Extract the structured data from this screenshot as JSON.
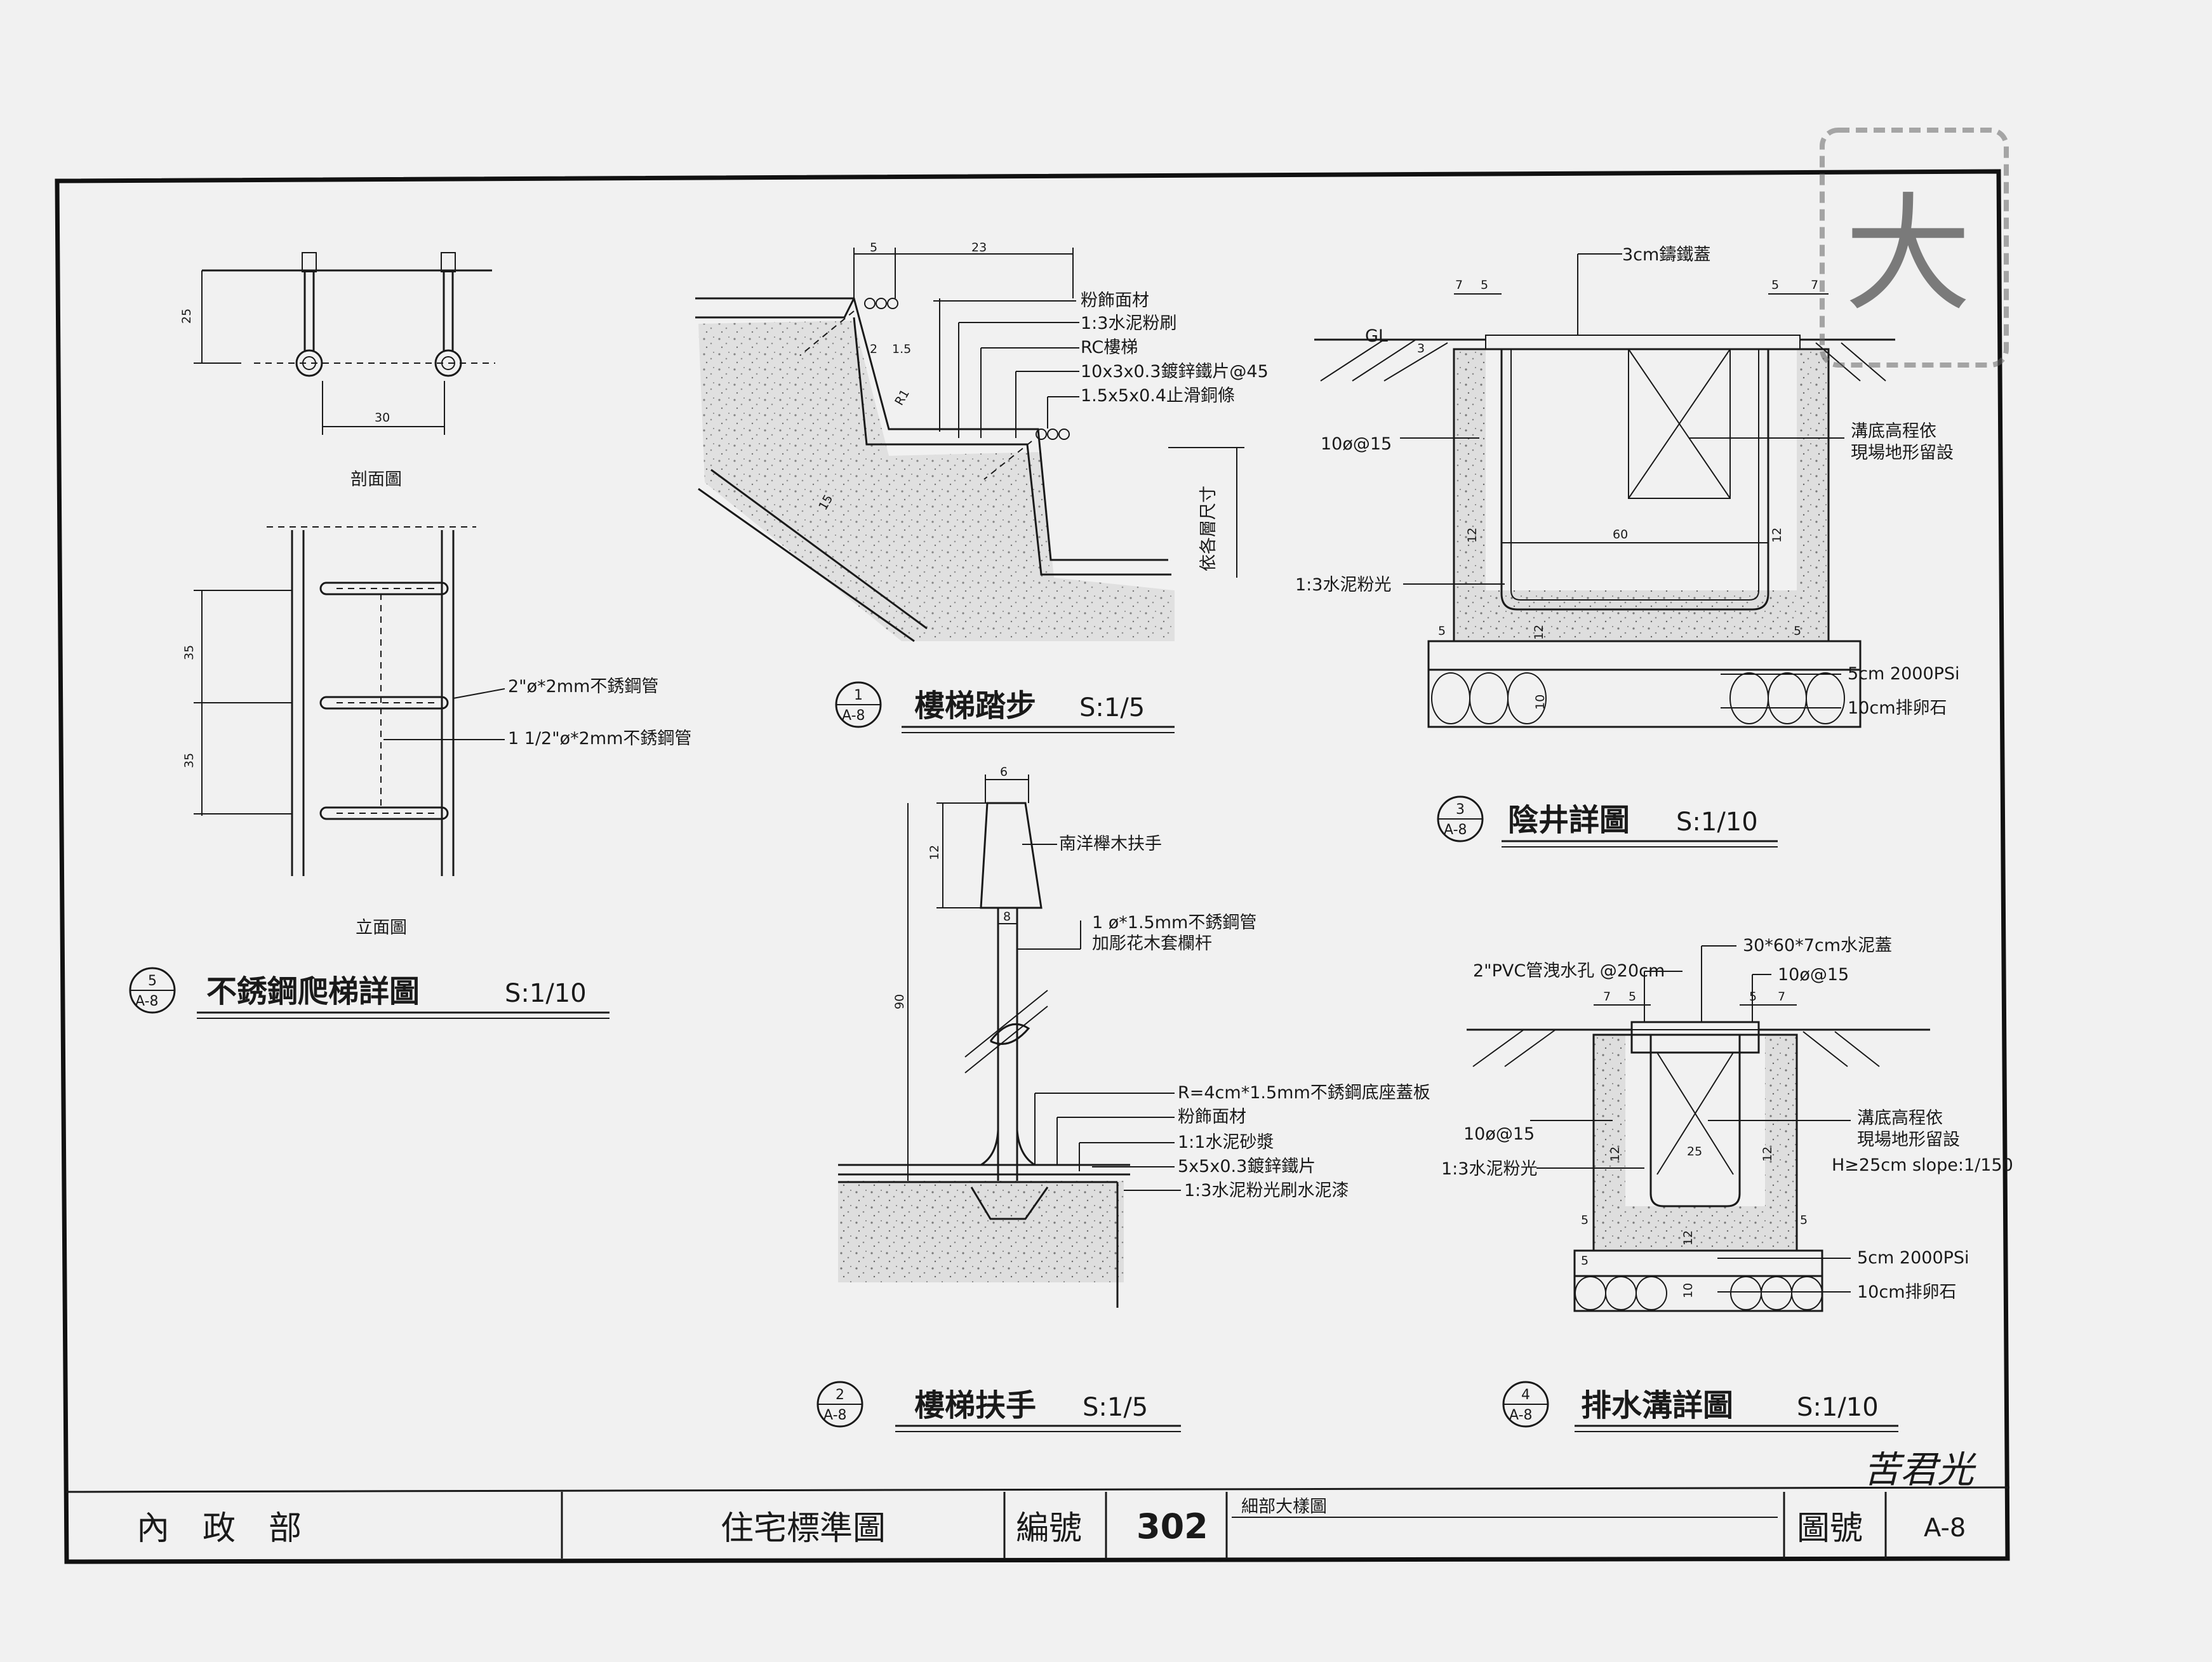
{
  "colors": {
    "paper": "#f1f1f1",
    "ink": "#1a1a1a",
    "concrete": "#dcdcdc"
  },
  "title_block": {
    "authority": "內　政　部",
    "title": "住宅標準圖",
    "number_label": "編號",
    "number": "302",
    "name": "細部大樣圖",
    "drawing_no_label": "圖號",
    "drawing_no": "A-8",
    "stamp_chars": "大",
    "signature": "苦君光"
  },
  "details": [
    {
      "id": "d1",
      "ref_num": "1",
      "ref_sheet": "A-8",
      "title": "樓梯踏步",
      "scale": "S:1/5",
      "labels": [
        "粉飾面材",
        "1:3水泥粉刷",
        "RC樓梯",
        "10x3x0.3鍍鋅鐵片@45",
        "1.5x5x0.4止滑銅條",
        "依各層尺寸"
      ],
      "dims": [
        "5",
        "23",
        "2",
        "1.5",
        "R1",
        "15"
      ]
    },
    {
      "id": "d2",
      "ref_num": "2",
      "ref_sheet": "A-8",
      "title": "樓梯扶手",
      "scale": "S:1/5",
      "labels": [
        "南洋櫸木扶手",
        "1 ø*1.5mm不銹鋼管",
        "加彫花木套欄杆",
        "R=4cm*1.5mm不銹鋼底座蓋板",
        "粉飾面材",
        "1:1水泥砂漿",
        "5x5x0.3鍍鋅鐵片",
        "1:3水泥粉光刷水泥漆"
      ],
      "dims": [
        "6",
        "12",
        "8",
        "90"
      ]
    },
    {
      "id": "d3",
      "ref_num": "3",
      "ref_sheet": "A-8",
      "title": "陰井詳圖",
      "scale": "S:1/10",
      "labels": [
        "3cm鑄鐵蓋",
        "GL",
        "10ø@15",
        "溝底高程依",
        "現場地形留設",
        "1:3水泥粉光",
        "5cm 2000PSi",
        "10cm排卵石"
      ],
      "dims": [
        "7",
        "5",
        "5",
        "7",
        "3",
        "60",
        "12",
        "12",
        "12",
        "5",
        "5",
        "10"
      ]
    },
    {
      "id": "d4",
      "ref_num": "4",
      "ref_sheet": "A-8",
      "title": "排水溝詳圖",
      "scale": "S:1/10",
      "labels": [
        "2\"PVC管洩水孔 @20cm",
        "30*60*7cm水泥蓋",
        "10ø@15",
        "10ø@15",
        "溝底高程依",
        "現場地形留設",
        "1:3水泥粉光",
        "H≥25cm  slope:1/150",
        "5cm 2000PSi",
        "10cm排卵石"
      ],
      "dims": [
        "7",
        "5",
        "5",
        "7",
        "12",
        "12",
        "25",
        "5",
        "5",
        "12",
        "5",
        "10"
      ]
    },
    {
      "id": "d5",
      "ref_num": "5",
      "ref_sheet": "A-8",
      "title": "不銹鋼爬梯詳圖",
      "scale": "S:1/10",
      "labels": [
        "剖面圖",
        "立面圖",
        "2\"ø*2mm不銹鋼管",
        "1 1/2\"ø*2mm不銹鋼管"
      ],
      "dims": [
        "25",
        "30",
        "35",
        "35"
      ]
    }
  ]
}
